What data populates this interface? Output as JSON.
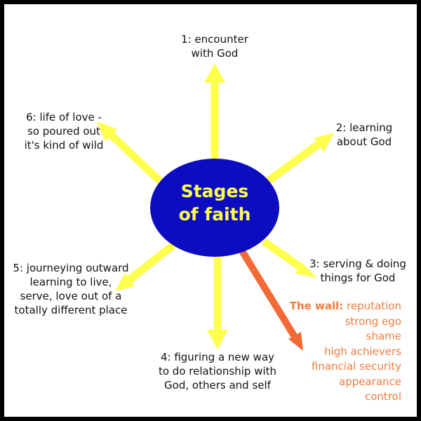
{
  "center": {
    "line1": "Stages",
    "line2": "of faith"
  },
  "stages": [
    {
      "line1": "1: encounter",
      "line2": "with God"
    },
    {
      "line1": "2: learning",
      "line2": "about God"
    },
    {
      "line1": "3: serving & doing",
      "line2": "things for God"
    },
    {
      "line1": "4: figuring a new way",
      "line2": "to do relationship with",
      "line3": "God, others and self"
    },
    {
      "line1": "5: journeying outward",
      "line2": "learning to live,",
      "line3": "serve, love out of a",
      "line4": "totally different place"
    },
    {
      "line1": "6: life of love -",
      "line2": "so poured out",
      "line3": "it's kind of wild"
    }
  ],
  "wall": {
    "title": "The wall:",
    "items": [
      "reputation",
      "strong ego",
      "shame",
      "high achievers",
      "financial security",
      "appearance",
      "control"
    ]
  },
  "colors": {
    "background": "#ffffff",
    "frame": "#000000",
    "ellipse": "#0c0cc0",
    "center_text": "#ffff4d",
    "arrows": "#ffff4d",
    "wall_arrow": "#f26a35",
    "wall_text": "#f07c3c"
  }
}
